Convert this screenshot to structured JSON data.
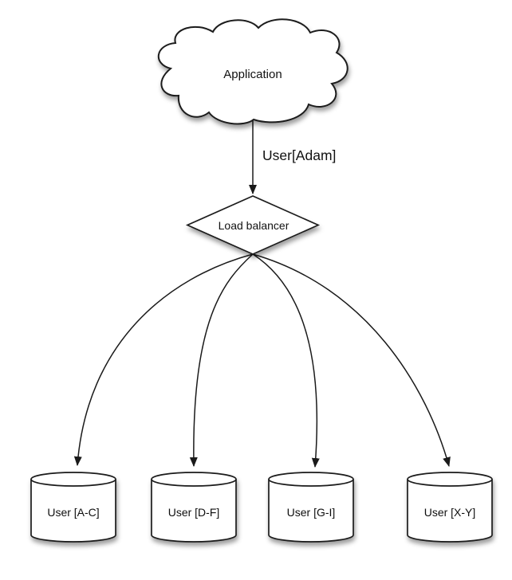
{
  "diagram": {
    "type": "flow-diagram",
    "nodes": {
      "application": {
        "label": "Application",
        "shape": "cloud"
      },
      "load_balancer": {
        "label": "Load balancer",
        "shape": "diamond"
      },
      "db_ac": {
        "label": "User [A-C]",
        "shape": "cylinder"
      },
      "db_df": {
        "label": "User [D-F]",
        "shape": "cylinder"
      },
      "db_gi": {
        "label": "User [G-I]",
        "shape": "cylinder"
      },
      "db_xy": {
        "label": "User [X-Y]",
        "shape": "cylinder"
      }
    },
    "edges": [
      {
        "from": "application",
        "to": "load_balancer",
        "label": "User[Adam]"
      },
      {
        "from": "load_balancer",
        "to": "db_ac",
        "label": ""
      },
      {
        "from": "load_balancer",
        "to": "db_df",
        "label": ""
      },
      {
        "from": "load_balancer",
        "to": "db_gi",
        "label": ""
      },
      {
        "from": "load_balancer",
        "to": "db_xy",
        "label": ""
      }
    ],
    "colors": {
      "stroke": "#1a1a1a",
      "node_fill": "#ffffff",
      "text": "#111111",
      "background": "#ffffff"
    }
  }
}
